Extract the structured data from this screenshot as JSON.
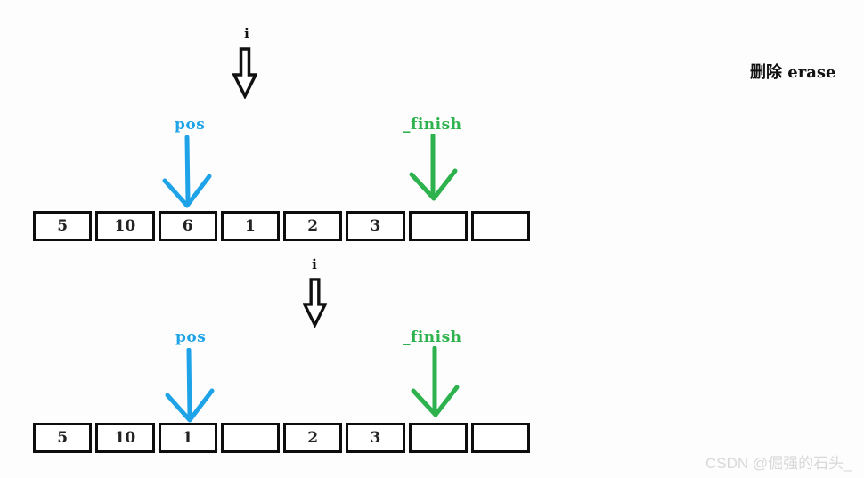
{
  "title": "删除 erase",
  "watermark": "CSDN @倔强的石头_",
  "colors": {
    "pointer_blue": "#1FA3E8",
    "pointer_green": "#2DB24D",
    "ink_black": "#111111"
  },
  "diagram_top": {
    "i_label": "i",
    "pos_label": "pos",
    "finish_label": "_finish",
    "cells": [
      "5",
      "10",
      "6",
      "1",
      "2",
      "3",
      "",
      ""
    ]
  },
  "diagram_bottom": {
    "i_label": "i",
    "pos_label": "pos",
    "finish_label": "_finish",
    "cells": [
      "5",
      "10",
      "1",
      "",
      "2",
      "3",
      "",
      ""
    ]
  }
}
